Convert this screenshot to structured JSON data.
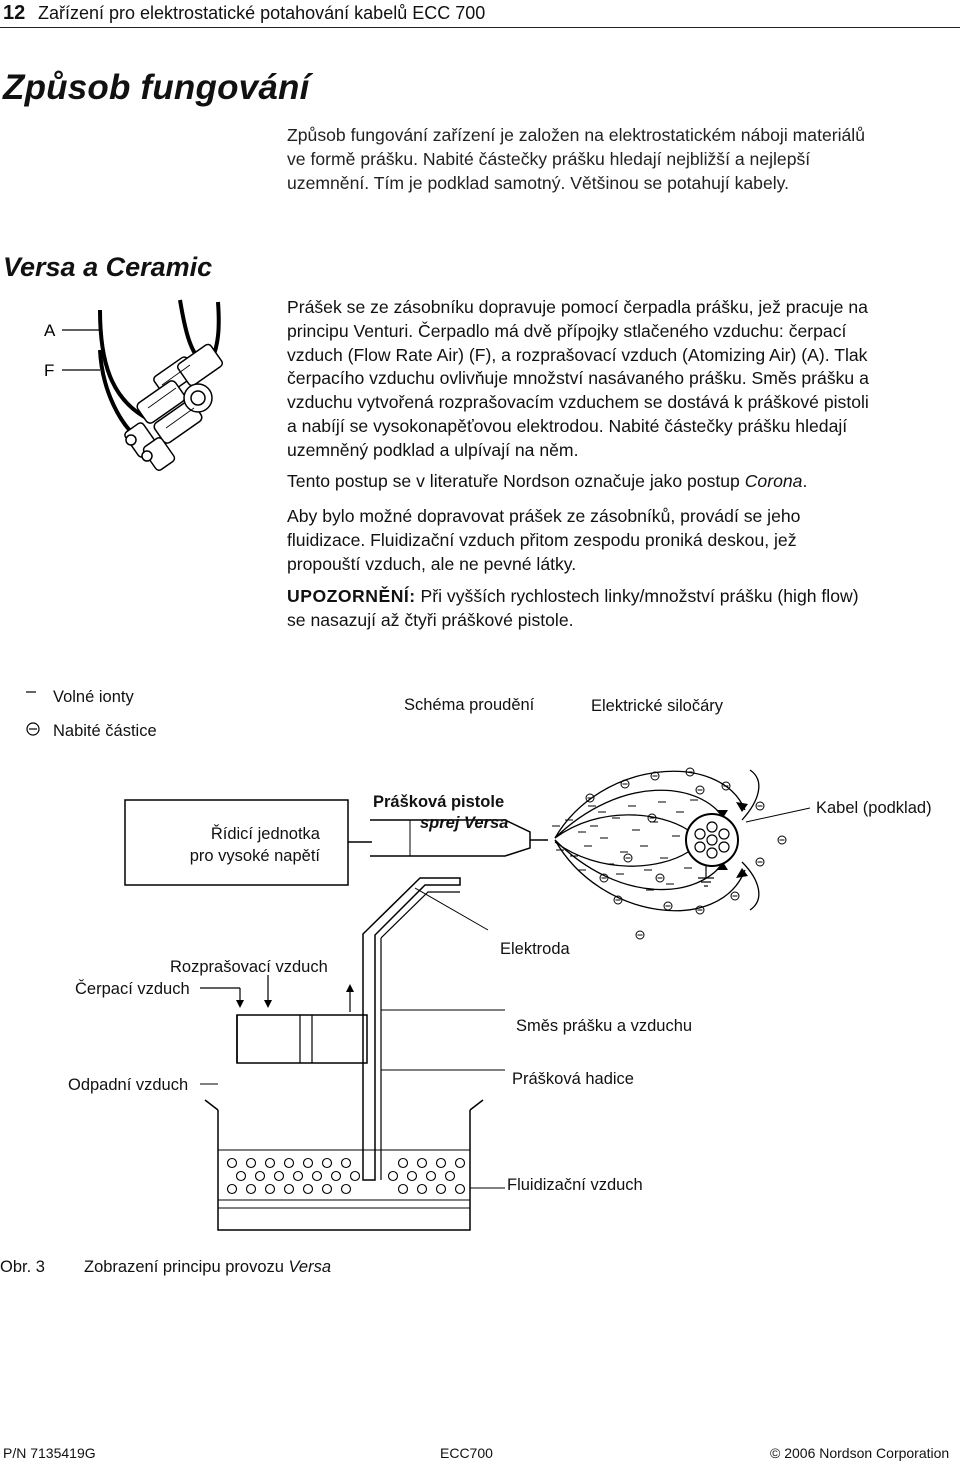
{
  "header": {
    "page_number": "12",
    "title": "Zařízení pro elektrostatické potahování kabelů ECC 700"
  },
  "section": {
    "heading": "Způsob fungování",
    "intro_line1": "Způsob fungování zařízení je založen na elektrostatickém náboji materiálů",
    "intro_line2": "ve formě prášku. Nabité částečky prášku hledají nejbližší a nejlepší",
    "intro_line3": "uzemnění. Tím je podklad samotný. Většinou se potahují kabely."
  },
  "subsection": {
    "heading": "Versa a Ceramic",
    "pump_label_a": "A",
    "pump_label_f": "F",
    "p1": [
      "Prášek se ze zásobníku dopravuje pomocí čerpadla prášku, jež pracuje na",
      "principu Venturi. Čerpadlo má dvě přípojky stlačeného vzduchu: čerpací",
      "vzduch (Flow Rate Air) (F), a rozprašovací vzduch (Atomizing Air) (A). Tlak",
      "čerpacího vzduchu ovlivňuje množství nasávaného prášku. Směs prášku a",
      "vzduchu vytvořená rozprašovacím vzduchem se dostává k práškové pistoli",
      "a nabíjí se vysokonapěťovou elektrodou. Nabité částečky prášku hledají",
      "uzemněný podklad a ulpívají na něm."
    ],
    "p2_before": "Tento postup se  v literatuře Nordson označuje jako postup ",
    "p2_italic": "Corona",
    "p2_after": ".",
    "p3": [
      "Aby bylo možné dopravovat prášek ze zásobníků, provádí se jeho",
      "fluidizace. Fluidizační vzduch přitom zespodu proniká deskou, jež",
      "propouští vzduch, ale ne pevné látky."
    ],
    "warning_label": "UPOZORNĚNÍ:",
    "warning_text_line1": " Při vyšších rychlostech linky/množství prášku (high flow)",
    "warning_text_line2": "se nasazují až čtyři práškové pistole."
  },
  "figure": {
    "legend_free_ions": "Volné ionty",
    "legend_charged_particles": "Nabité částice",
    "flow_scheme": "Schéma proudění",
    "field_lines": "Elektrické siločáry",
    "control_unit_line1": "Řídicí jednotka",
    "control_unit_line2": "pro vysoké napětí",
    "gun_line1": "Prášková pistole",
    "gun_line2": "sprej Versa",
    "cable": "Kabel (podklad)",
    "atomizing_air": "Rozprašovací vzduch",
    "pump_air": "Čerpací vzduch",
    "electrode": "Elektroda",
    "mixture": "Směs prášku a vzduchu",
    "exhaust_air": "Odpadní vzduch",
    "hose": "Prášková hadice",
    "fluidizing_air": "Fluidizační vzduch",
    "caption_number": "Obr. 3",
    "caption_text": "Zobrazení principu provozu ",
    "caption_italic": "Versa"
  },
  "footer": {
    "part_number": "P/N 7135419G",
    "model": "ECC700",
    "copyright": "© 2006 Nordson Corporation"
  }
}
